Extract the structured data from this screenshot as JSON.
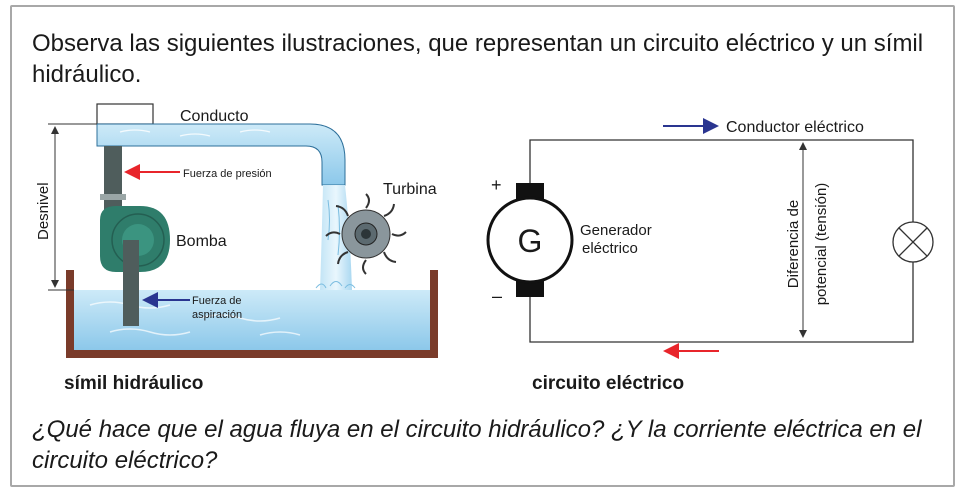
{
  "intro_text": "Observa las siguientes ilustraciones, que representan un circuito eléctrico y un símil hidráulico.",
  "hydraulic": {
    "caption": "símil hidráulico",
    "labels": {
      "conducto": "Conducto",
      "turbina": "Turbina",
      "bomba": "Bomba",
      "desnivel": "Desnivel",
      "fuerza_presion": "Fuerza de presión",
      "fuerza_aspiracion_1": "Fuerza de",
      "fuerza_aspiracion_2": "aspiración"
    }
  },
  "electric": {
    "caption": "circuito eléctrico",
    "labels": {
      "conductor": "Conductor eléctrico",
      "generator_symbol": "G",
      "generador_1": "Generador",
      "generador_2": "eléctrico",
      "plus": "+",
      "minus": "–",
      "diferencia_1": "Diferencia de",
      "diferencia_2": "potencial (tensión)"
    }
  },
  "question_text": "¿Qué hace que el agua fluya en el circuito hidráulico? ¿Y la corriente eléctrica en el circuito eléctrico?",
  "colors": {
    "water": "#9fd3ee",
    "pump": "#2f7d6b",
    "tank": "#7a3b2a",
    "arrow_red": "#e8252b",
    "arrow_blue": "#2a3590"
  }
}
